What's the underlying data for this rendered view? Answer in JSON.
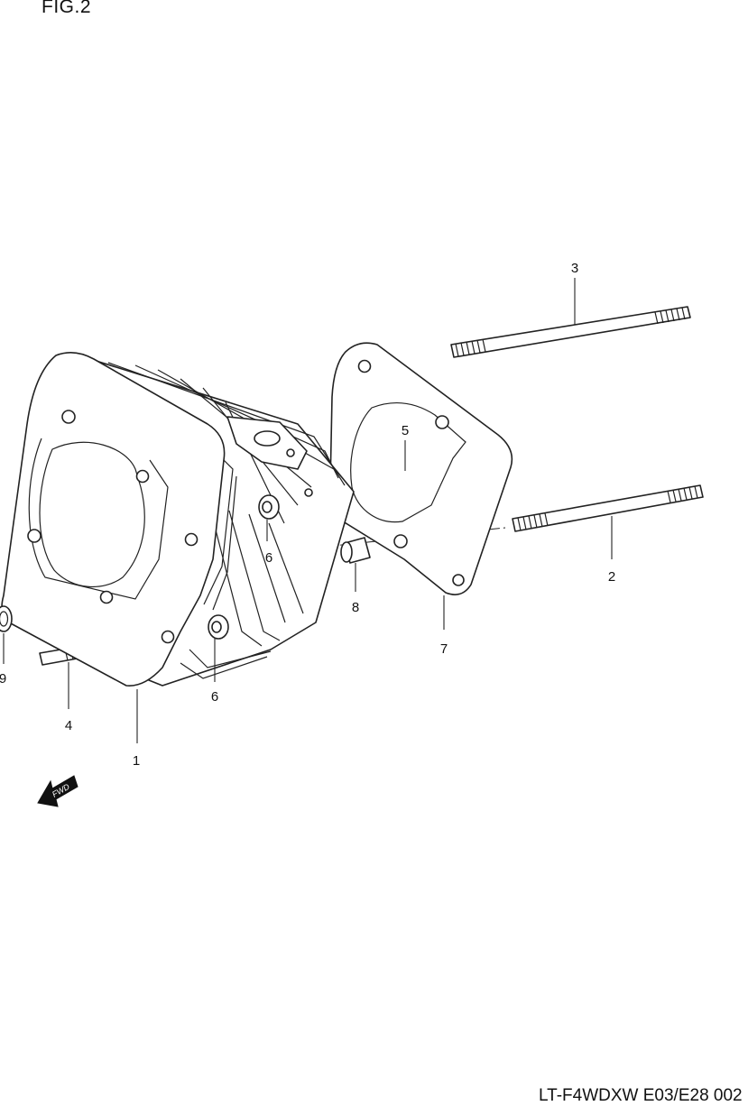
{
  "figure": {
    "title": "FIG.2"
  },
  "footer": {
    "code": "LT-F4WDXW E03/E28 002"
  },
  "fwd_label": "FWD",
  "callouts": {
    "c1": "1",
    "c2": "2",
    "c3": "3",
    "c4": "4",
    "c5": "5",
    "c6a": "6",
    "c6b": "6",
    "c7": "7",
    "c8": "8",
    "c9": "9"
  }
}
